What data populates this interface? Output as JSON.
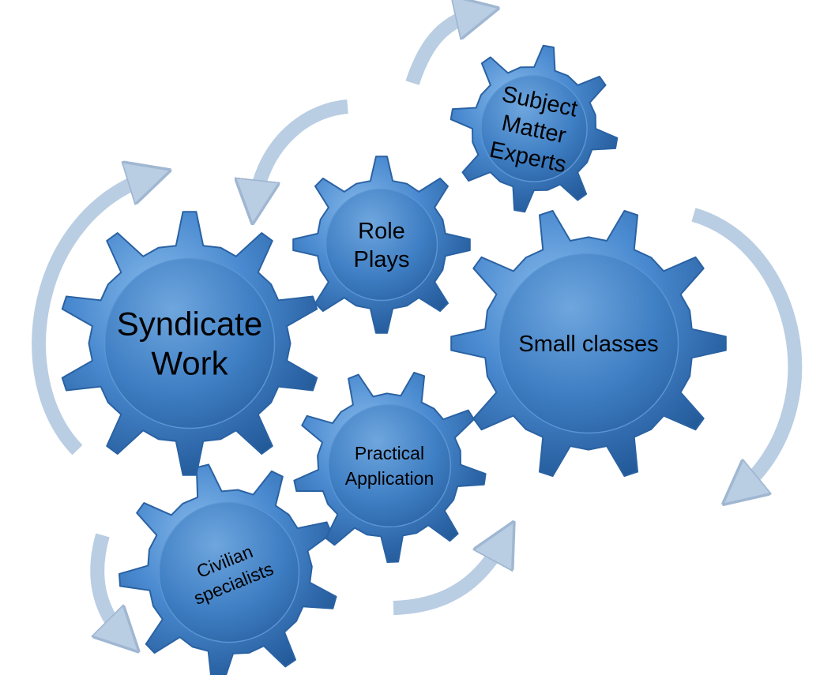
{
  "colors": {
    "gear_highlight": "#7fb3e6",
    "gear_base": "#3f7fc4",
    "gear_shadow": "#1f5594",
    "gear_outline": "#2a62a3",
    "arrow_fill": "#b9cde3",
    "arrow_edge": "#a0b7d2",
    "label_text": "#000000"
  },
  "diagram": {
    "gears": [
      {
        "id": "syndicate-work",
        "lines": [
          "Syndicate",
          "Work"
        ]
      },
      {
        "id": "small-classes",
        "lines": [
          "Small classes"
        ]
      },
      {
        "id": "role-plays",
        "lines": [
          "Role",
          "Plays"
        ]
      },
      {
        "id": "subject-matter-experts",
        "lines": [
          "Subject",
          "Matter",
          "Experts"
        ]
      },
      {
        "id": "practical-application",
        "lines": [
          "Practical",
          "Application"
        ]
      },
      {
        "id": "civilian-specialists",
        "lines": [
          "Civilian",
          "specialists"
        ]
      }
    ],
    "arrows": [
      {
        "id": "arrow-left-syndicate",
        "icon": "curved-arrow-icon"
      },
      {
        "id": "arrow-roleplays-to-syndicate",
        "icon": "curved-arrow-icon"
      },
      {
        "id": "arrow-top-to-experts",
        "icon": "curved-arrow-icon"
      },
      {
        "id": "arrow-right-small-classes",
        "icon": "curved-arrow-icon"
      },
      {
        "id": "arrow-bottom-to-small-classes",
        "icon": "curved-arrow-icon"
      },
      {
        "id": "arrow-bottom-left",
        "icon": "curved-arrow-icon"
      }
    ]
  }
}
